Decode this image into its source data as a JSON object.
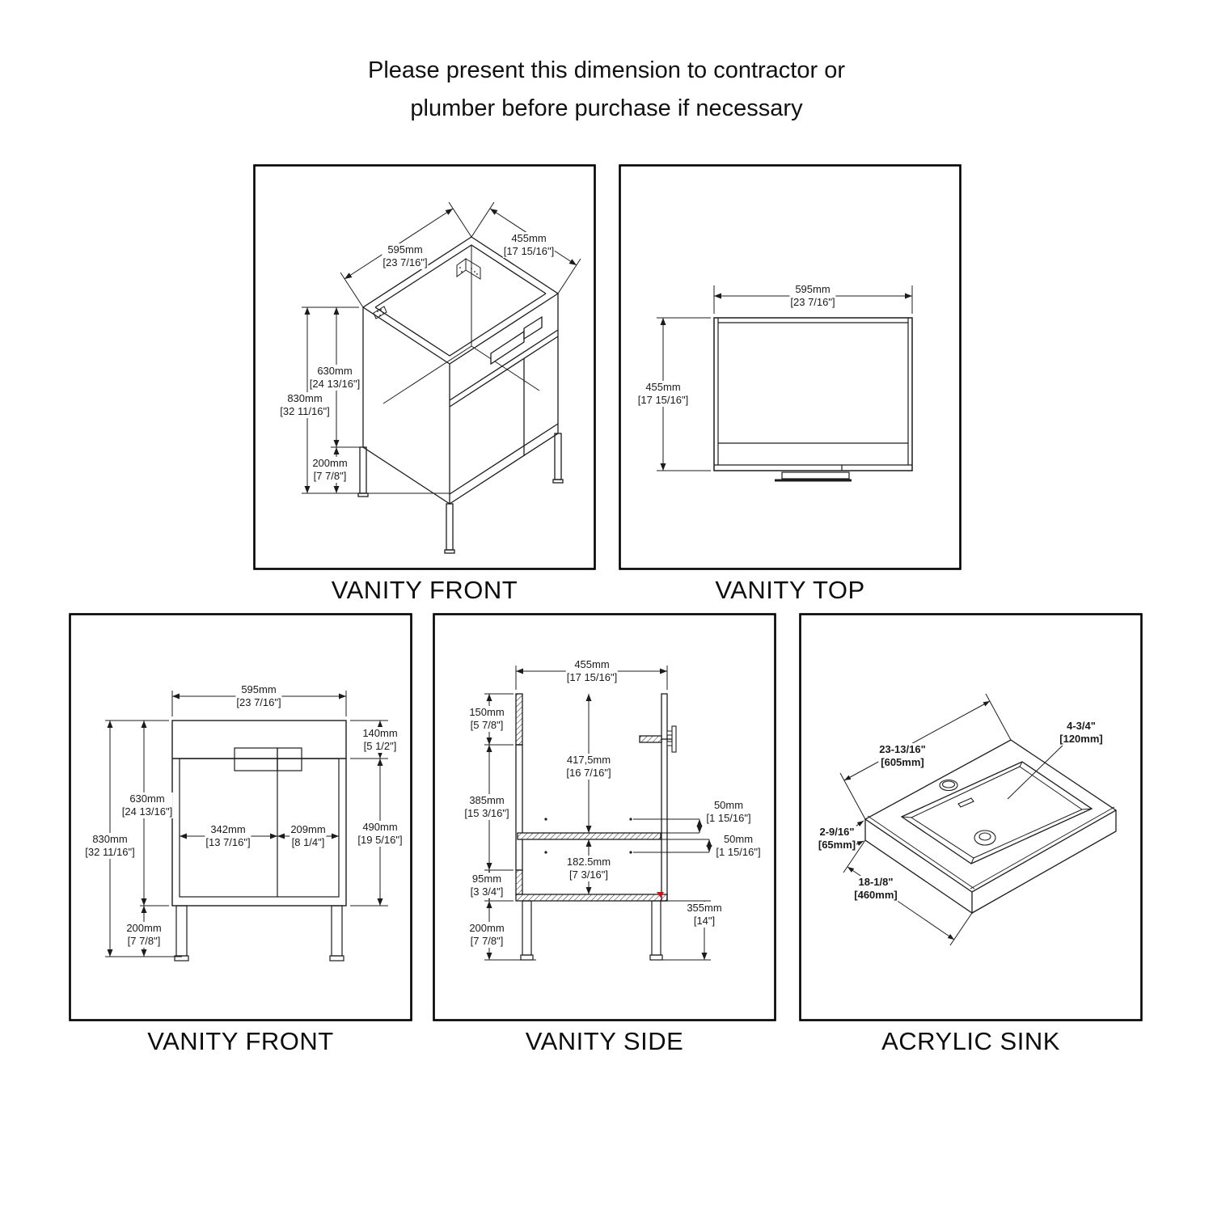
{
  "header": {
    "line1": "Please present this dimension to contractor or",
    "line2": "plumber before purchase if necessary"
  },
  "panels": {
    "vanity_front_3d": {
      "label": "VANITY FRONT",
      "dims": {
        "width": {
          "l1": "595mm",
          "l2": "[23 7/16\"]"
        },
        "depth": {
          "l1": "455mm",
          "l2": "[17 15/16\"]"
        },
        "body_height": {
          "l1": "630mm",
          "l2": "[24 13/16\"]"
        },
        "overall_height": {
          "l1": "830mm",
          "l2": "[32 11/16\"]"
        },
        "leg_height": {
          "l1": "200mm",
          "l2": "[7 7/8\"]"
        }
      }
    },
    "vanity_top": {
      "label": "VANITY TOP",
      "dims": {
        "width": {
          "l1": "595mm",
          "l2": "[23 7/16\"]"
        },
        "depth": {
          "l1": "455mm",
          "l2": "[17 15/16\"]"
        }
      }
    },
    "vanity_front": {
      "label": "VANITY FRONT",
      "dims": {
        "width": {
          "l1": "595mm",
          "l2": "[23 7/16\"]"
        },
        "top_rail_height": {
          "l1": "140mm",
          "l2": "[5 1/2\"]"
        },
        "body_height": {
          "l1": "630mm",
          "l2": "[24 13/16\"]"
        },
        "overall_height": {
          "l1": "830mm",
          "l2": "[32 11/16\"]"
        },
        "leg_height": {
          "l1": "200mm",
          "l2": "[7 7/8\"]"
        },
        "left_door_width": {
          "l1": "342mm",
          "l2": "[13 7/16\"]"
        },
        "right_door_width": {
          "l1": "209mm",
          "l2": "[8 1/4\"]"
        },
        "door_height": {
          "l1": "490mm",
          "l2": "[19 5/16\"]"
        }
      }
    },
    "vanity_side": {
      "label": "VANITY SIDE",
      "dims": {
        "depth": {
          "l1": "455mm",
          "l2": "[17 15/16\"]"
        },
        "top_section": {
          "l1": "150mm",
          "l2": "[5 7/8\"]"
        },
        "middle_section": {
          "l1": "385mm",
          "l2": "[15 3/16\"]"
        },
        "bottom_section": {
          "l1": "95mm",
          "l2": "[3 3/4\"]"
        },
        "leg_height": {
          "l1": "200mm",
          "l2": "[7 7/8\"]"
        },
        "upper_interior": {
          "l1": "417,5mm",
          "l2": "[16 7/16\"]"
        },
        "lower_interior": {
          "l1": "182.5mm",
          "l2": "[7 3/16\"]"
        },
        "hole_offset_upper": {
          "l1": "50mm",
          "l2": "[1 15/16\"]"
        },
        "hole_offset_lower": {
          "l1": "50mm",
          "l2": "[1 15/16\"]"
        },
        "floor_to_bottom": {
          "l1": "355mm",
          "l2": "[14\"]"
        }
      }
    },
    "acrylic_sink": {
      "label": "ACRYLIC SINK",
      "dims": {
        "width": {
          "l1": "23-13/16\"",
          "l2": "[605mm]"
        },
        "faucet_hole": {
          "l1": "4-3/4\"",
          "l2": "[120mm]"
        },
        "thickness": {
          "l1": "2-9/16\"",
          "l2": "[65mm]"
        },
        "depth": {
          "l1": "18-1/8\"",
          "l2": "[460mm]"
        }
      }
    }
  }
}
